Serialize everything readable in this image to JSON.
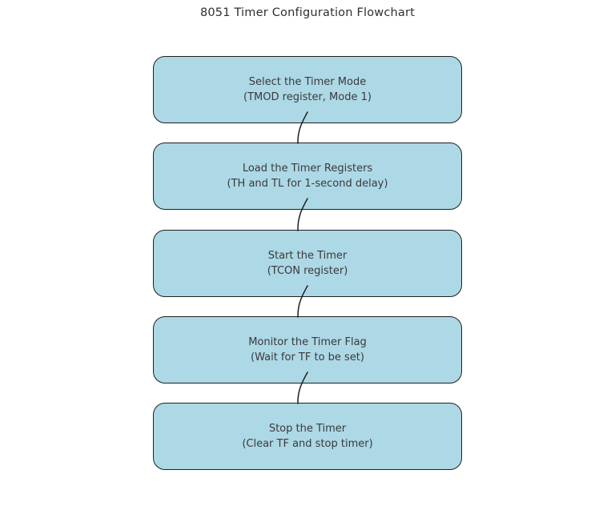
{
  "title": "8051 Timer Configuration Flowchart",
  "colors": {
    "background": "#ffffff",
    "node_fill": "#add8e6",
    "node_border": "#1f1f1f",
    "connector": "#1f1f1f",
    "title_text": "#2f2f2f",
    "node_text": "#3a3a3a"
  },
  "nodes": [
    {
      "line1": "Select the Timer Mode",
      "line2": "(TMOD register, Mode 1)"
    },
    {
      "line1": "Load the Timer Registers",
      "line2": "(TH and TL for 1-second delay)"
    },
    {
      "line1": "Start the Timer",
      "line2": "(TCON register)"
    },
    {
      "line1": "Monitor the Timer Flag",
      "line2": "(Wait for TF to be set)"
    },
    {
      "line1": "Stop the Timer",
      "line2": "(Clear TF and stop timer)"
    }
  ]
}
